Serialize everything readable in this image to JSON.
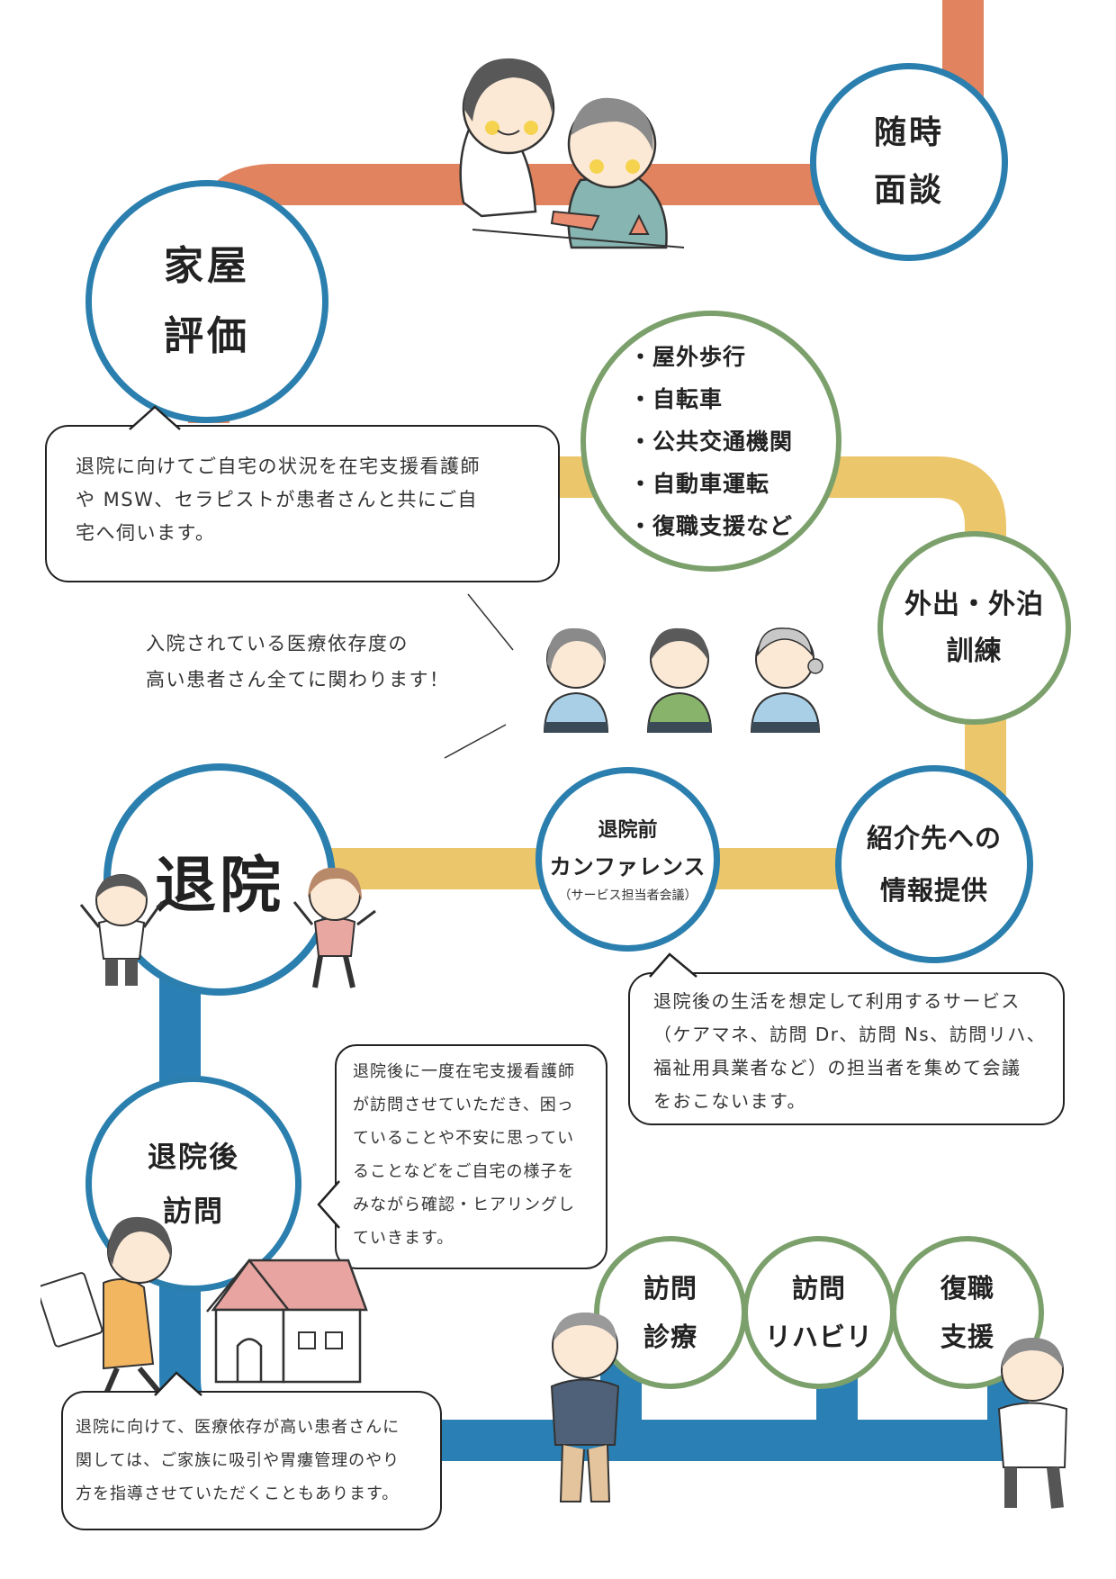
{
  "circles": {
    "interview": {
      "line1": "随時",
      "line2": "面談"
    },
    "home_eval": {
      "line1": "家屋",
      "line2": "評価"
    },
    "outing": {
      "line1": "外出・外泊",
      "line2": "訓練"
    },
    "referral": {
      "line1": "紹介先への",
      "line2": "情報提供"
    },
    "conference": {
      "line1": "退院前",
      "line2": "カンファレンス",
      "sub": "（サービス担当者会議）"
    },
    "discharge": {
      "label": "退院"
    },
    "post_visit": {
      "line1": "退院後",
      "line2": "訪問"
    },
    "visit_care": {
      "line1": "訪問",
      "line2": "診療"
    },
    "visit_rehab": {
      "line1": "訪問",
      "line2": "リハビリ"
    },
    "return_work": {
      "line1": "復職",
      "line2": "支援"
    }
  },
  "training_list": [
    "屋外歩行",
    "自転車",
    "公共交通機関",
    "自動車運転",
    "復職支援など"
  ],
  "bubbles": {
    "home_eval": {
      "line1": "退院に向けてご自宅の状況を在宅支援看護師",
      "line2": "や MSW、セラピストが患者さんと共にご自",
      "line3": "宅へ伺います。"
    },
    "conference": {
      "line1": "退院後の生活を想定して利用するサービス",
      "line2": "（ケアマネ、訪問 Dr、訪問 Ns、訪問リハ、",
      "line3": "福祉用具業者など）の担当者を集めて会議",
      "line4": "をおこないます。"
    },
    "post_visit": {
      "line1": "退院後に一度在宅支援看護師",
      "line2": "が訪問させていただき、困っ",
      "line3": "ていることや不安に思ってい",
      "line4": "ることなどをご自宅の様子を",
      "line5": "みながら確認・ヒアリングし",
      "line6": "ていきます。"
    },
    "guidance": {
      "line1": "退院に向けて、医療依存が高い患者さんに",
      "line2": "関しては、ご家族に吸引や胃瘻管理のやり",
      "line3": "方を指導させていただくこともあります。"
    }
  },
  "staff_note": {
    "line1": "入院されている医療依存度の",
    "line2": "高い患者さん全てに関わります！"
  },
  "colors": {
    "track_top": "#e0835e",
    "track_middle": "#ecc66a",
    "track_bottom": "#2a80b4",
    "circle_blue": "#2b7fae",
    "circle_green": "#7ba06b"
  }
}
